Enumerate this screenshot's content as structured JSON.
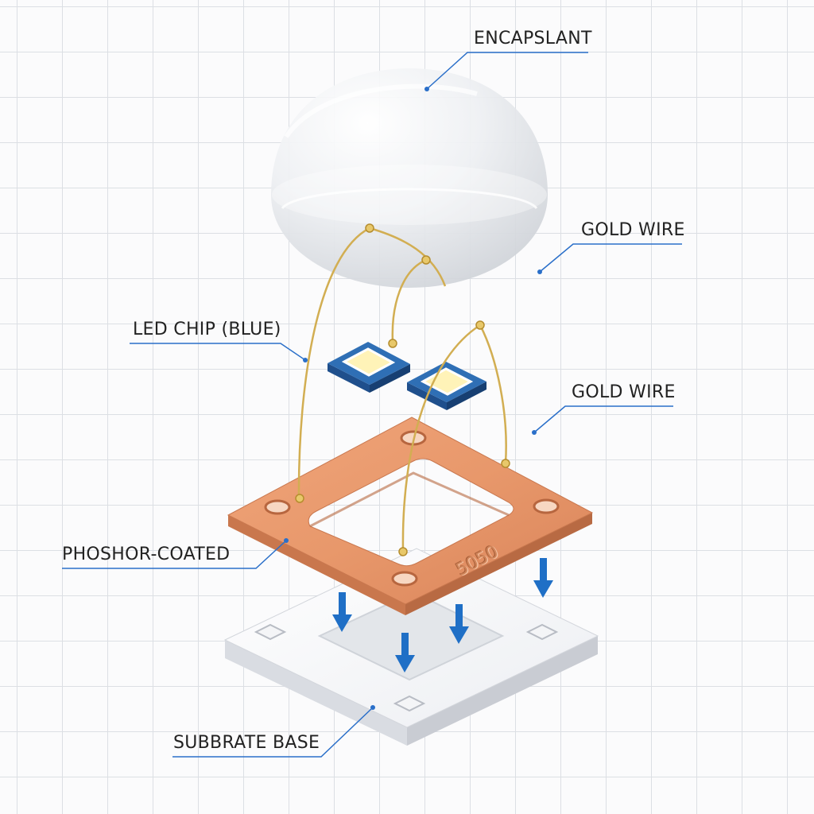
{
  "labels": {
    "encapsulant": "ENCAPSLANT",
    "gold_wire_top": "GOLD WIRE",
    "led_chip": "LED CHIP (BLUE)",
    "gold_wire_mid": "GOLD WIRE",
    "phosphor": "PHOSHOR-COATED",
    "substrate": "SUBBRATE BASE"
  },
  "frame_marking": "5050",
  "colors": {
    "leader": "#2a6fc9",
    "copper": "#e59a6c",
    "gold": "#d6b04a",
    "chip_blue": "#2f6fb5",
    "chip_yellow": "#fff3b8",
    "arrow_blue": "#1f6fc6"
  }
}
